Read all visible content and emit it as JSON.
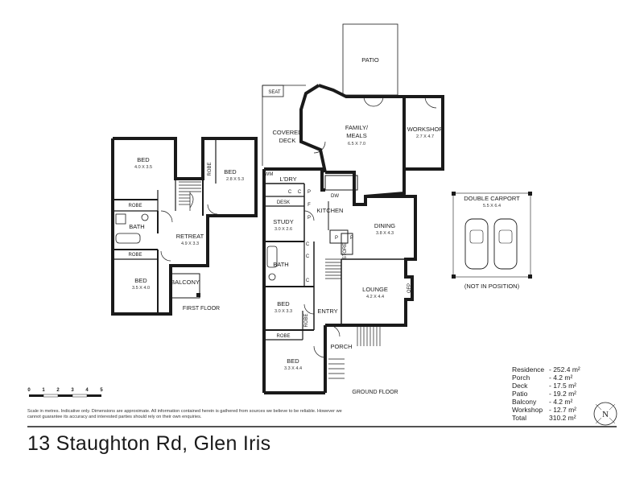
{
  "address": "13 Staughton Rd, Glen Iris",
  "disclaimer": "Scale in metres. Indicative only. Dimensions are approximate. All information contained herein is gathered from sources we believe to be reliable. However we cannot guarantee its accuracy and interested parties should rely on their own enquiries.",
  "floors": {
    "first": "FIRST FLOOR",
    "ground": "GROUND FLOOR"
  },
  "rooms": {
    "ff_bed1": {
      "name": "BED",
      "dim": "4.0 X 3.5"
    },
    "ff_bed2": {
      "name": "BED",
      "dim": "2.8 X 5.3"
    },
    "ff_bed3": {
      "name": "BED",
      "dim": "3.5 X 4.0"
    },
    "ff_retreat": {
      "name": "RETREAT",
      "dim": "4.9 X 3.3"
    },
    "ff_bath": {
      "name": "BATH"
    },
    "ff_balcony": {
      "name": "BALCONY"
    },
    "patio": {
      "name": "PATIO"
    },
    "seat": {
      "name": "SEAT"
    },
    "covered_deck": {
      "name1": "COVERED",
      "name2": "DECK"
    },
    "family": {
      "name1": "FAMILY/",
      "name2": "MEALS",
      "dim": "6.5 X 7.0"
    },
    "workshop": {
      "name": "WORKSHOP",
      "dim": "2.7 X 4.7"
    },
    "ldry": {
      "name": "L'DRY"
    },
    "desk": {
      "name": "DESK"
    },
    "kitchen": {
      "name": "KITCHEN"
    },
    "dw": {
      "name": "DW"
    },
    "study": {
      "name": "STUDY",
      "dim": "3.0 X 2.6"
    },
    "dining": {
      "name": "DINING",
      "dim": "3.8 X 4.3"
    },
    "gf_bath": {
      "name": "BATH"
    },
    "lounge": {
      "name": "LOUNGE",
      "dim": "4.2 X 4.4"
    },
    "gf_bed1": {
      "name": "BED",
      "dim": "3.0 X 3.3"
    },
    "gf_bed2": {
      "name": "BED",
      "dim": "3.3 X 4.4"
    },
    "entry": {
      "name": "ENTRY"
    },
    "porch": {
      "name": "PORCH"
    },
    "carport": {
      "name": "DOUBLE CARPORT",
      "dim": "5.5 X 6.4",
      "note": "(NOT IN POSITION)"
    }
  },
  "fixtures": {
    "robe": "ROBE",
    "store": "STORE",
    "opf": "OFP",
    "wm": "WM",
    "c": "C",
    "p": "P",
    "f": "F"
  },
  "areas": [
    {
      "label": "Residence",
      "value": "- 252.4 m²"
    },
    {
      "label": "Porch",
      "value": "- 4.2 m²"
    },
    {
      "label": "Deck",
      "value": "- 17.5 m²"
    },
    {
      "label": "Patio",
      "value": "- 19.2 m²"
    },
    {
      "label": "Balcony",
      "value": "- 4.2 m²"
    },
    {
      "label": "Workshop",
      "value": "- 12.7 m²"
    },
    {
      "label": "Total",
      "value": "310.2 m²"
    }
  ],
  "scale_ticks": [
    "0",
    "1",
    "2",
    "3",
    "4",
    "5"
  ],
  "compass": "N"
}
